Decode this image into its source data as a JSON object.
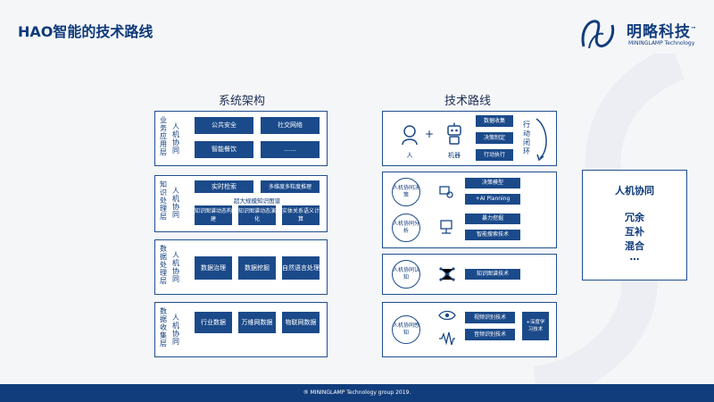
{
  "header": {
    "title": "HAO智能的技术路线"
  },
  "logo": {
    "name": "明略科技",
    "tm": "™",
    "sub": "MININGLAMP Technology"
  },
  "left": {
    "heading": "系统架构",
    "layers": [
      {
        "label": "业务应用层",
        "hm": "人机协同",
        "boxes": [
          "公共安全",
          "社交网络",
          "智能餐饮",
          "……"
        ]
      },
      {
        "label": "知识处理层",
        "hm": "人机协同",
        "boxes": [
          "实时检索",
          "多维度多粒度推理",
          "知识图谱动态构建",
          "知识图谱动态演化",
          "实体关系语义计算"
        ],
        "center": "超大规模知识图谱"
      },
      {
        "label": "数据处理层",
        "hm": "人机协同",
        "boxes": [
          "数据治理",
          "数据挖掘",
          "自然语言处理"
        ]
      },
      {
        "label": "数据收集层",
        "hm": "人机协同",
        "boxes": [
          "行业数据",
          "万维网数据",
          "物联网数据"
        ]
      }
    ]
  },
  "right": {
    "heading": "技术路线",
    "top": {
      "human": "人",
      "plus": "+",
      "machine": "机器",
      "steps": [
        "数据收集",
        "决策制定",
        "行动执行"
      ],
      "loop": "行动闭环"
    },
    "decide": {
      "circle": "人机协同决策",
      "items": [
        "决策模型",
        "+AI Planning"
      ]
    },
    "analyze": {
      "circle": "人机协同分析",
      "items": [
        "暴力挖掘",
        "智能搜索技术"
      ]
    },
    "cognize": {
      "circle": "人机协同认知",
      "items": [
        "知识图谱技术"
      ]
    },
    "perceive": {
      "circle": "人机协同感知",
      "items": [
        "视频识别技术",
        "音频识别技术",
        "+深度学习技术"
      ]
    }
  },
  "side": {
    "title": "人机协同",
    "lines": [
      "冗余",
      "互补",
      "混合",
      "…"
    ]
  },
  "footer": {
    "text": "® MININGLAMP Technology group 2019."
  }
}
